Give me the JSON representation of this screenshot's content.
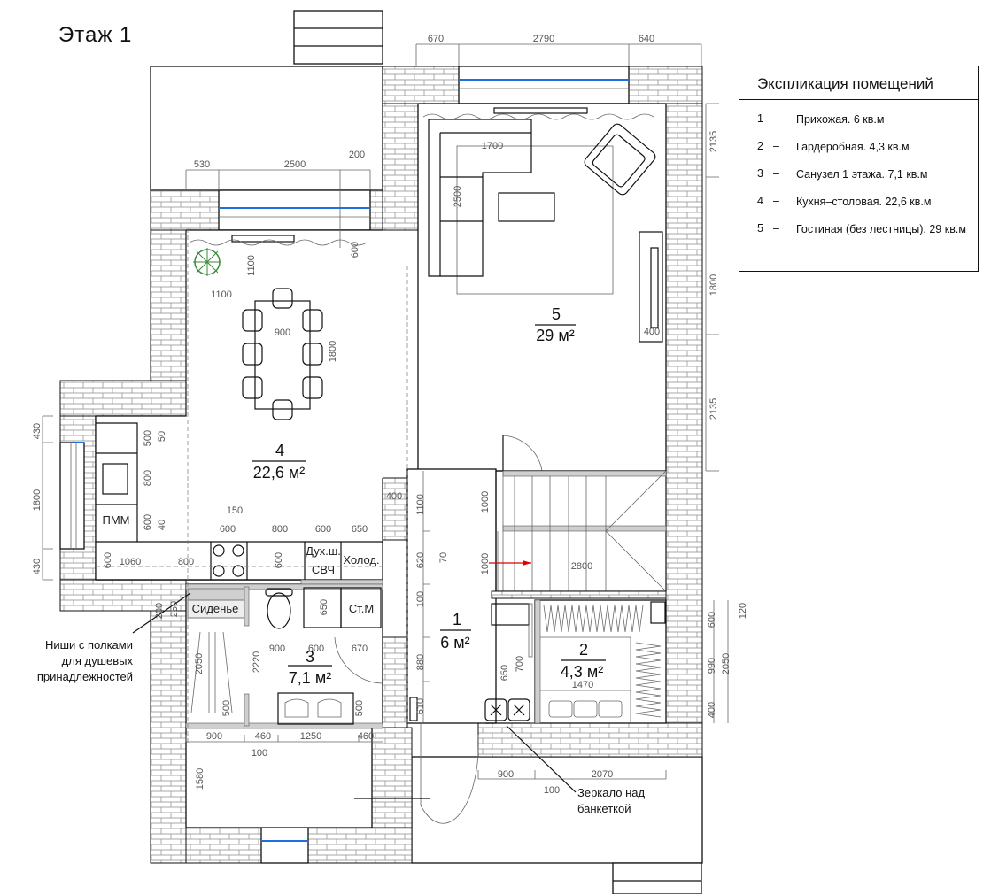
{
  "title": "Этаж 1",
  "legend": {
    "heading": "Экспликация помещений",
    "items": [
      {
        "num": "1",
        "dash": "–",
        "text": "Прихожая. 6 кв.м"
      },
      {
        "num": "2",
        "dash": "–",
        "text": "Гардеробная. 4,3 кв.м"
      },
      {
        "num": "3",
        "dash": "–",
        "text": "Санузел 1 этажа. 7,1 кв.м"
      },
      {
        "num": "4",
        "dash": "–",
        "text": "Кухня–столовая. 22,6 кв.м"
      },
      {
        "num": "5",
        "dash": "–",
        "text": "Гостиная (без лестницы). 29 кв.м"
      }
    ]
  },
  "rooms": [
    {
      "num": "1",
      "area": "6  м²"
    },
    {
      "num": "2",
      "area": "4,3  м²"
    },
    {
      "num": "3",
      "area": "7,1  м²"
    },
    {
      "num": "4",
      "area": "22,6  м²"
    },
    {
      "num": "5",
      "area": "29  м²"
    }
  ],
  "labels": {
    "dishwasher": "ПММ",
    "oven": "Дух.ш.",
    "microwave": "СВЧ",
    "fridge": "Холод.",
    "seat": "Сиденье",
    "washer": "Ст.М"
  },
  "annotations": {
    "niches": [
      "Ниши с полками",
      "для душевых",
      "принадлежностей"
    ],
    "mirror": [
      "Зеркало над",
      "банкеткой"
    ]
  },
  "colors": {
    "window": "#1e6fe0",
    "arrow": "#e00000"
  },
  "dims": {
    "top": [
      "670",
      "2790",
      "640"
    ],
    "kitchen_top": [
      "530",
      "2500",
      "200"
    ],
    "living_right": [
      "2135",
      "1800",
      "2135"
    ],
    "living": [
      "1700",
      "2500",
      "400",
      "600"
    ],
    "kitchen": [
      "1100",
      "1100",
      "900",
      "1800",
      "430",
      "1800",
      "430",
      "500",
      "50",
      "800",
      "600",
      "40",
      "150",
      "600",
      "800",
      "600",
      "650",
      "600",
      "1060",
      "800",
      "600"
    ],
    "hall": [
      "400",
      "1100",
      "620",
      "70",
      "100",
      "880",
      "610"
    ],
    "stairs": [
      "1000",
      "1000",
      "2800"
    ],
    "bath": [
      "200",
      "250",
      "2050",
      "500",
      "2220",
      "900",
      "600",
      "670",
      "650",
      "500",
      "900",
      "460",
      "1250",
      "460",
      "100",
      "1580"
    ],
    "wardrobe": [
      "650",
      "700",
      "1470",
      "600",
      "990",
      "400",
      "2050",
      "120",
      "900",
      "2070",
      "100"
    ]
  }
}
